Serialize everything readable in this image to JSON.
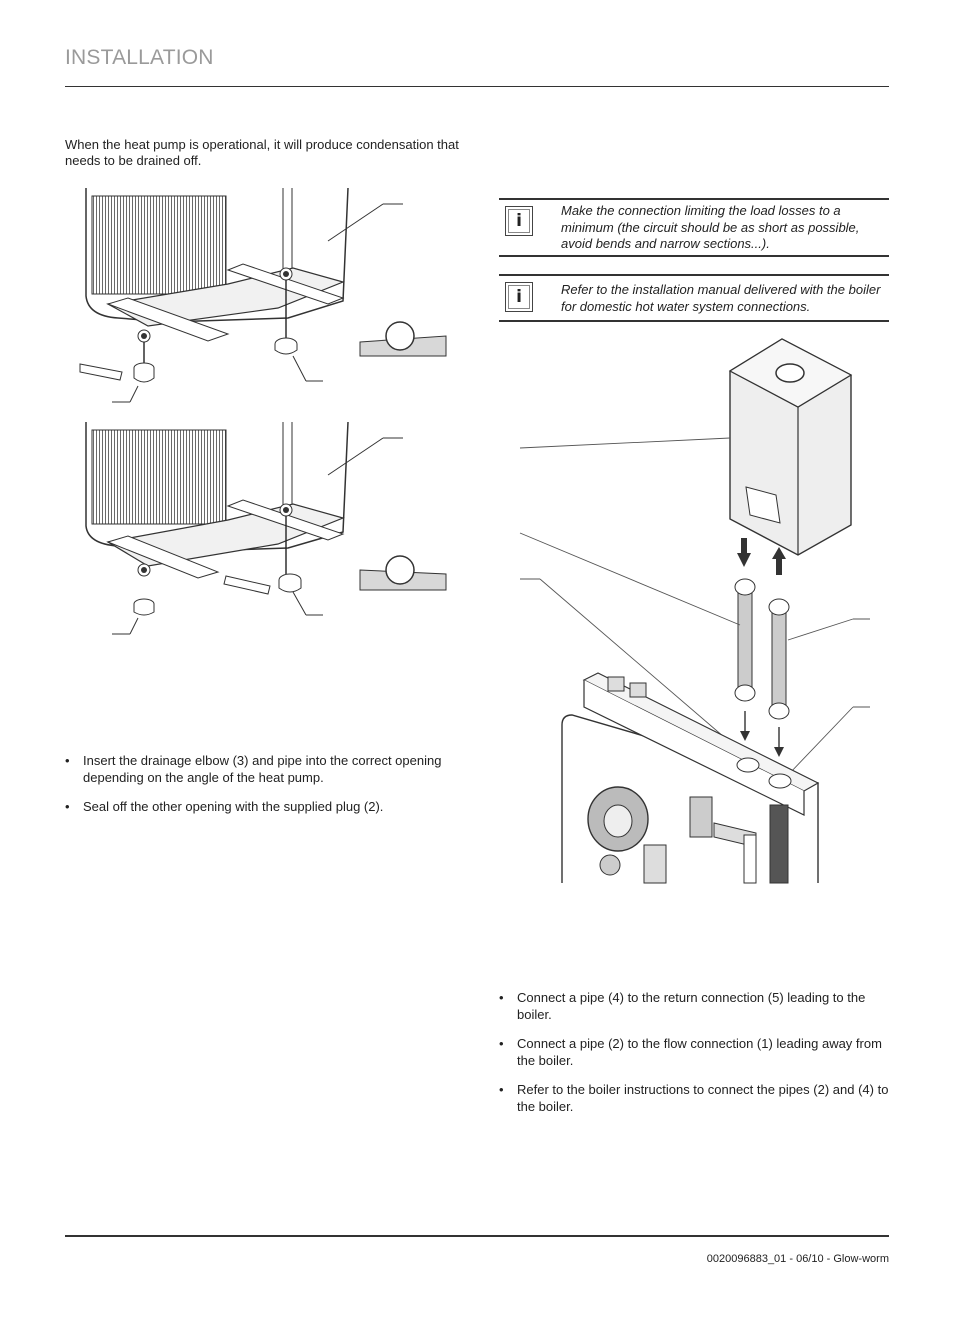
{
  "header": {
    "title": "INSTALLATION"
  },
  "intro": {
    "text": "When the heat pump is operational, it will produce condensation that needs to be drained off."
  },
  "notes": [
    {
      "icon": "info-icon",
      "glyph": "i",
      "text": "Make the connection limiting the load losses to a minimum (the circuit should be as short as possible, avoid bends and narrow sections...)."
    },
    {
      "icon": "info-icon",
      "glyph": "i",
      "text": "Refer to the installation manual delivered with the boiler for domestic hot water system connections."
    }
  ],
  "left_bullets": [
    "Insert the drainage elbow (3) and pipe into the correct opening depending on the angle of the heat pump.",
    "Seal off the other opening with the supplied plug (2)."
  ],
  "right_bullets": [
    "Connect a pipe (4) to the return connection (5) leading to the boiler.",
    "Connect a pipe (2) to the flow connection (1) leading away from the boiler.",
    "Refer to the boiler instructions to connect the pipes (2) and (4) to the boiler."
  ],
  "footer": {
    "text": "0020096883_01 - 06/10 - Glow-worm"
  }
}
